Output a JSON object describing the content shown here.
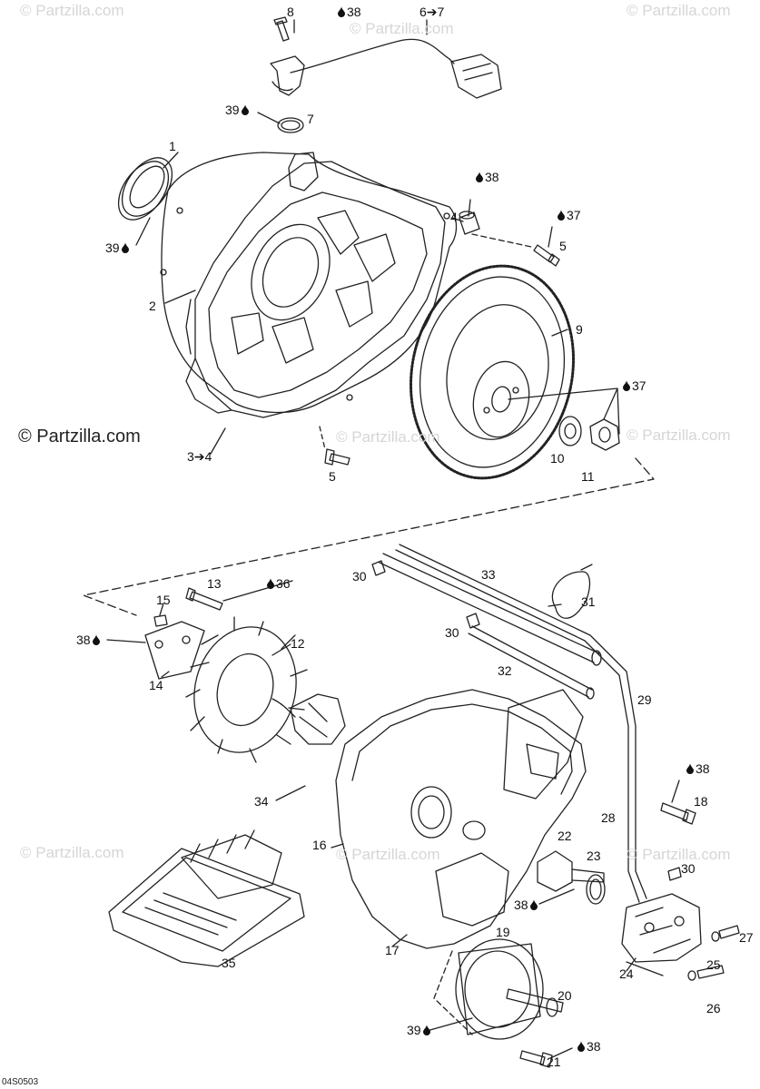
{
  "watermark": {
    "brand": "© Partzilla.com",
    "faint": "© Partzilla.com"
  },
  "drawing_code": "04S0503",
  "callouts": [
    {
      "key": "c1",
      "text": "1"
    },
    {
      "key": "c2",
      "text": "2"
    },
    {
      "key": "c3",
      "text": "3➔4"
    },
    {
      "key": "c4",
      "text": "4"
    },
    {
      "key": "c5a",
      "text": "5"
    },
    {
      "key": "c5b",
      "text": "5"
    },
    {
      "key": "c6",
      "text": "6➔7"
    },
    {
      "key": "c7",
      "text": "7"
    },
    {
      "key": "c8",
      "text": "8"
    },
    {
      "key": "c9",
      "text": "9"
    },
    {
      "key": "c10",
      "text": "10"
    },
    {
      "key": "c11",
      "text": "11"
    },
    {
      "key": "c12",
      "text": "12"
    },
    {
      "key": "c13",
      "text": "13"
    },
    {
      "key": "c14",
      "text": "14"
    },
    {
      "key": "c15",
      "text": "15"
    },
    {
      "key": "c16",
      "text": "16"
    },
    {
      "key": "c17",
      "text": "17"
    },
    {
      "key": "c18",
      "text": "18"
    },
    {
      "key": "c19",
      "text": "19"
    },
    {
      "key": "c20",
      "text": "20"
    },
    {
      "key": "c21",
      "text": "21"
    },
    {
      "key": "c22",
      "text": "22"
    },
    {
      "key": "c23",
      "text": "23"
    },
    {
      "key": "c24",
      "text": "24"
    },
    {
      "key": "c25",
      "text": "25"
    },
    {
      "key": "c26",
      "text": "26"
    },
    {
      "key": "c27",
      "text": "27"
    },
    {
      "key": "c28",
      "text": "28"
    },
    {
      "key": "c29",
      "text": "29"
    },
    {
      "key": "c30a",
      "text": "30"
    },
    {
      "key": "c30b",
      "text": "30"
    },
    {
      "key": "c30c",
      "text": "30"
    },
    {
      "key": "c31",
      "text": "31"
    },
    {
      "key": "c32",
      "text": "32"
    },
    {
      "key": "c33",
      "text": "33"
    },
    {
      "key": "c34",
      "text": "34"
    },
    {
      "key": "c35",
      "text": "35"
    },
    {
      "key": "s38a",
      "text": "38"
    },
    {
      "key": "s38b",
      "text": "38"
    },
    {
      "key": "s38c",
      "text": "38"
    },
    {
      "key": "s38d",
      "text": "38"
    },
    {
      "key": "s38e",
      "text": "38"
    },
    {
      "key": "s38f",
      "text": "38"
    },
    {
      "key": "s37a",
      "text": "37"
    },
    {
      "key": "s37b",
      "text": "37"
    },
    {
      "key": "s36",
      "text": "36"
    },
    {
      "key": "s39a",
      "text": "39"
    },
    {
      "key": "s39b",
      "text": "39"
    },
    {
      "key": "s39c",
      "text": "39"
    }
  ],
  "colors": {
    "line": "#222222",
    "watermark": "#d6d6d6",
    "background": "#ffffff"
  }
}
